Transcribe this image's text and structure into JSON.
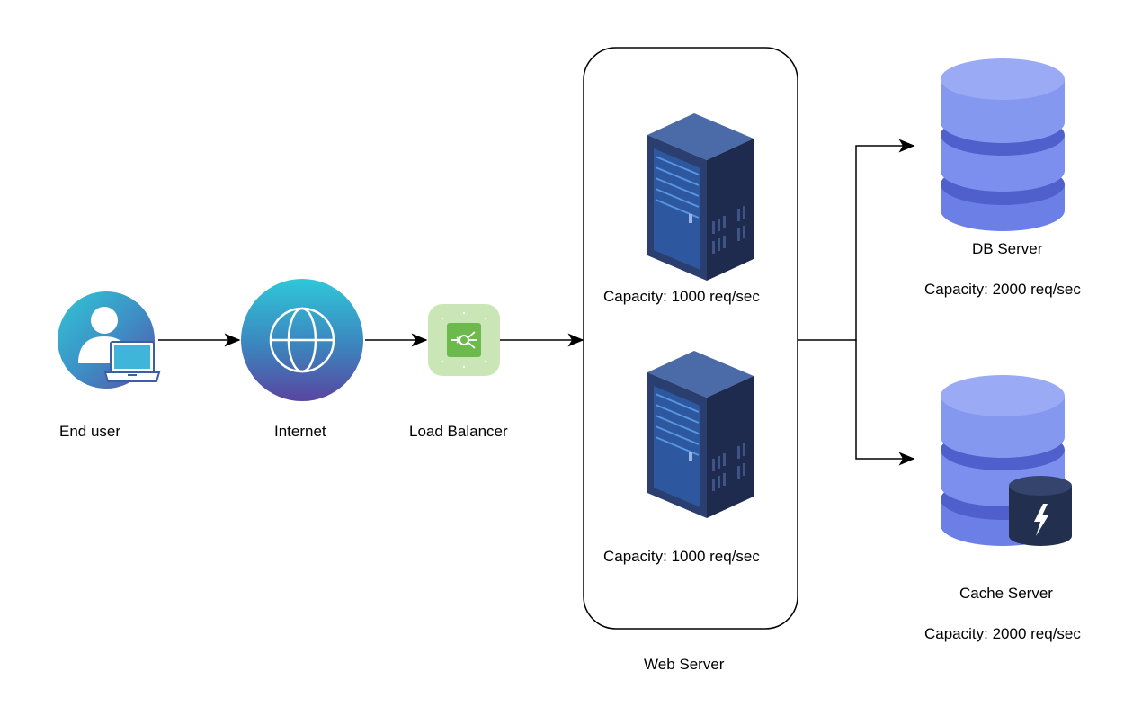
{
  "nodes": {
    "end_user": {
      "label": "End user",
      "icon": "user-laptop-icon"
    },
    "internet": {
      "label": "Internet",
      "icon": "globe-icon"
    },
    "load_balancer": {
      "label": "Load Balancer",
      "icon": "load-balancer-icon"
    },
    "web_server": {
      "label": "Web Server",
      "servers": [
        {
          "icon": "server-rack-icon",
          "capacity": "Capacity: 1000 req/sec"
        },
        {
          "icon": "server-rack-icon",
          "capacity": "Capacity: 1000 req/sec"
        }
      ]
    },
    "db_server": {
      "label": "DB Server",
      "capacity": "Capacity: 2000 req/sec",
      "icon": "database-icon"
    },
    "cache_server": {
      "label": "Cache Server",
      "capacity": "Capacity: 2000 req/sec",
      "icon": "cache-database-icon"
    }
  },
  "edges": [
    {
      "from": "End user",
      "to": "Internet"
    },
    {
      "from": "Internet",
      "to": "Load Balancer"
    },
    {
      "from": "Load Balancer",
      "to": "Web Server"
    },
    {
      "from": "Web Server",
      "to": "DB Server"
    },
    {
      "from": "Web Server",
      "to": "Cache Server"
    }
  ],
  "colors": {
    "teal": "#32C5D2",
    "indigo": "#4A4F9E",
    "lb_light": "#C9E4B4",
    "lb_dark": "#6BB84A",
    "server_dark": "#26365F",
    "server_light": "#3D5A93",
    "db_light": "#8D9FF0",
    "db_mid": "#6A7EE6",
    "db_dark": "#4B5DCB",
    "cache_body": "#232F4E"
  }
}
